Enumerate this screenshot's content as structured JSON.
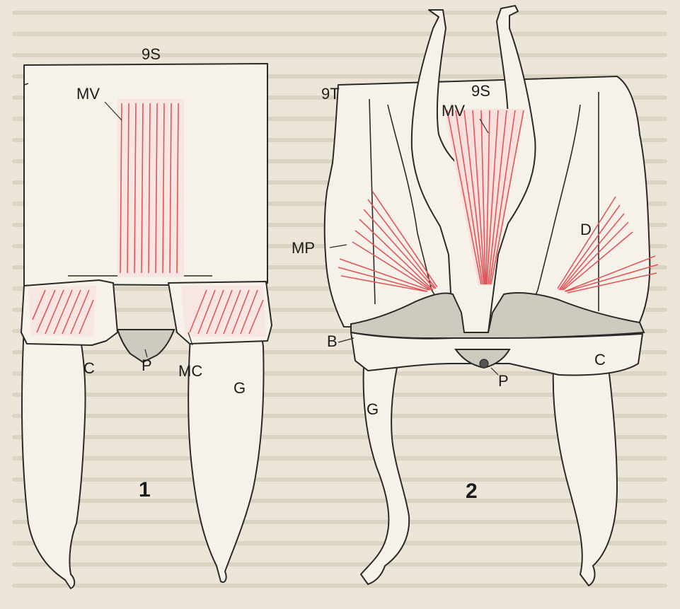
{
  "figure1": {
    "number": "1",
    "labels": {
      "sternite": "9S",
      "ventral_muscle": "MV",
      "coxite": "C",
      "penis": "P",
      "coxal_muscle": "MC",
      "gonostylus": "G"
    }
  },
  "figure2": {
    "number": "2",
    "labels": {
      "tergite": "9T",
      "sternite": "9S",
      "ventral_muscle": "MV",
      "dorsal": "D",
      "parameral_muscle": "MP",
      "basal": "B",
      "coxite": "C",
      "penis": "P",
      "gonostylus": "G"
    }
  },
  "colors": {
    "background": "#ede6d8",
    "muscle": "#e0575a",
    "outline": "#2a2a2a",
    "stipple": "#cfcac0"
  }
}
